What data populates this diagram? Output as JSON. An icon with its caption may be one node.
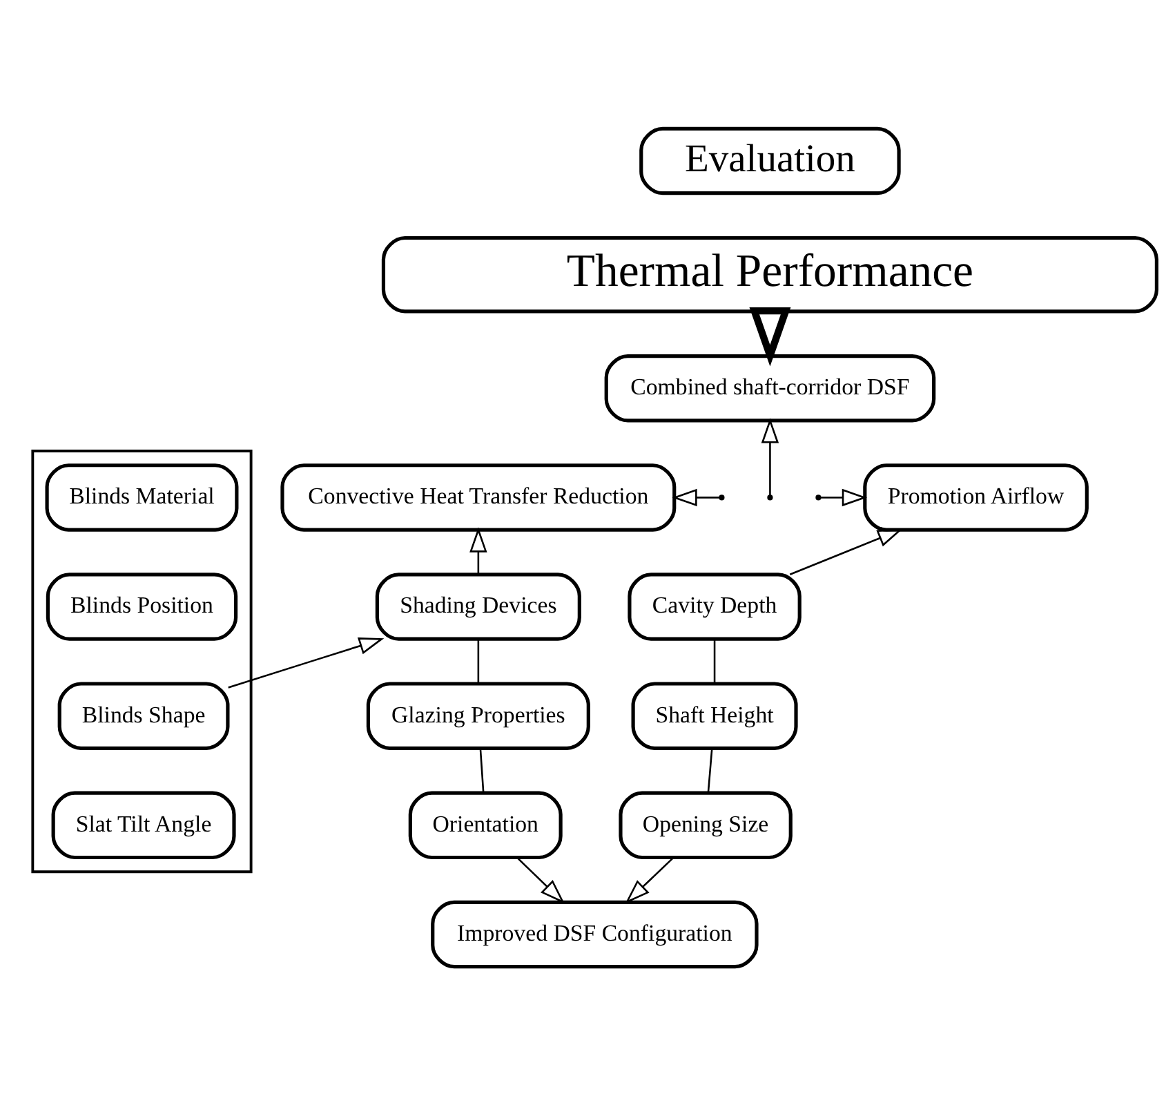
{
  "diagram": {
    "nodes": [
      {
        "text": [
          "Evaluation"
        ]
      },
      {
        "text": [
          "Thermal Performance"
        ]
      },
      {
        "text": [
          "Combined shaft-corridor DSF"
        ]
      },
      {
        "text": [
          "Convective Heat Transfer Reduction"
        ]
      },
      {
        "text": [
          "Promotion Airflow"
        ]
      },
      {
        "text": [],
        "shape": "box"
      },
      {
        "text": [
          "Blinds Material"
        ],
        "in": 5
      },
      {
        "text": [
          "Blinds Position"
        ],
        "in": 5
      },
      {
        "text": [
          "Blinds Shape"
        ],
        "in": 5
      },
      {
        "text": [
          "Slat Tilt Angle"
        ],
        "in": 5
      },
      {
        "text": [
          "Shading Devices"
        ]
      },
      {
        "text": [
          "Glazing Properties"
        ]
      },
      {
        "text": [
          "Orientation"
        ]
      },
      {
        "text": [
          "Cavity Depth"
        ]
      },
      {
        "text": [
          "Shaft Height"
        ]
      },
      {
        "text": [
          "Opening Size"
        ]
      },
      {
        "text": [
          "Improved DSF Configuration"
        ]
      }
    ],
    "edges": [
      {
        "from": 1,
        "to": 2,
        "arrow": "to",
        "style": "thick"
      },
      {
        "from": null,
        "to": 2,
        "arrow": "to"
      },
      {
        "from": null,
        "to": 3,
        "arrow": "to"
      },
      {
        "from": null,
        "to": 4,
        "arrow": "to"
      },
      {
        "from": 10,
        "to": 3,
        "arrow": "to"
      },
      {
        "from": 13,
        "to": 4,
        "arrow": "to"
      },
      {
        "from": 5,
        "to": 10,
        "arrow": "to"
      },
      {
        "from": 10,
        "to": 11,
        "arrow": "none"
      },
      {
        "from": 11,
        "to": 12,
        "arrow": "none"
      },
      {
        "from": 13,
        "to": 14,
        "arrow": "none"
      },
      {
        "from": 14,
        "to": 15,
        "arrow": "none"
      },
      {
        "from": 12,
        "to": 16,
        "arrow": "to"
      },
      {
        "from": 15,
        "to": 16,
        "arrow": "to"
      }
    ]
  }
}
